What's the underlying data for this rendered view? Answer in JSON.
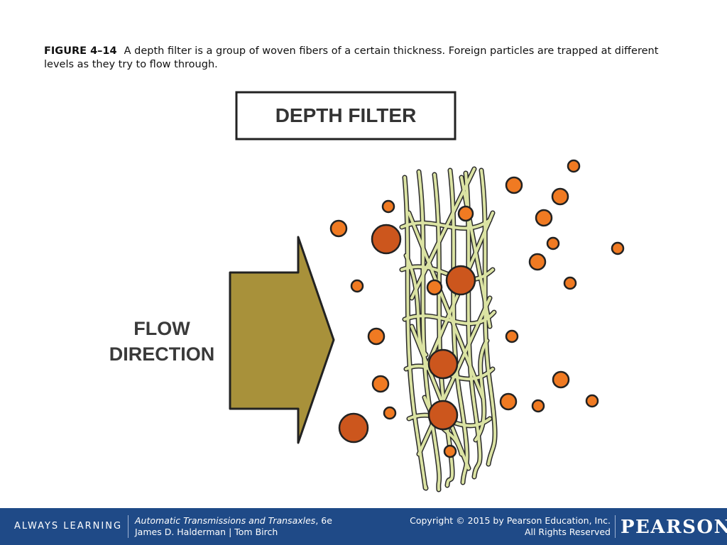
{
  "caption": {
    "figure_label": "FIGURE 4–14",
    "text": "A depth filter is a group of woven fibers of a certain thickness. Foreign particles are trapped at different levels as they try to flow through."
  },
  "diagram": {
    "title": "DEPTH FILTER",
    "flow_label_line1": "FLOW",
    "flow_label_line2": "DIRECTION",
    "colors": {
      "arrow_fill": "#a8913a",
      "fiber": "#dbe3a3",
      "particle_small": "#f07a22",
      "particle_large": "#cc561d",
      "outline": "#222222"
    }
  },
  "footer": {
    "tagline": "ALWAYS LEARNING",
    "book_title": "Automatic Transmissions and Transaxles",
    "book_edition": ", 6e",
    "authors": "James D. Halderman | Tom Birch",
    "copyright_line1": "Copyright © 2015 by Pearson Education, Inc.",
    "copyright_line2": "All Rights Reserved",
    "brand": "PEARSON",
    "background_color": "#1f4a87"
  }
}
